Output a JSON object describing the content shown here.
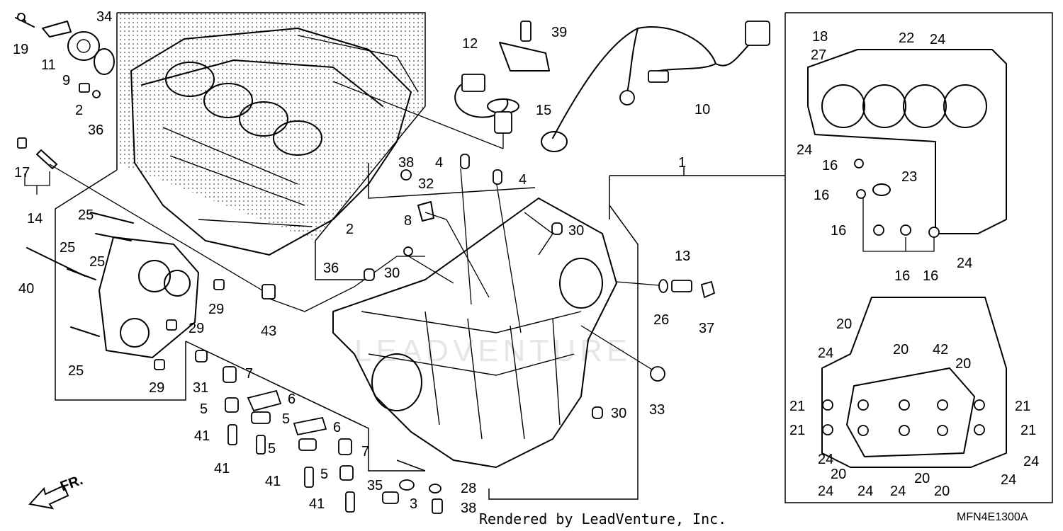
{
  "diagram": {
    "credit": "Rendered by LeadVenture, Inc.",
    "code": "MFN4E1300A",
    "watermark": "LEADVENTURE",
    "front_marker": "FR."
  },
  "callouts": [
    {
      "id": "c19",
      "label": "19"
    },
    {
      "id": "c11",
      "label": "11"
    },
    {
      "id": "c9",
      "label": "9"
    },
    {
      "id": "c34",
      "label": "34"
    },
    {
      "id": "c2a",
      "label": "2"
    },
    {
      "id": "c36a",
      "label": "36"
    },
    {
      "id": "c17",
      "label": "17"
    },
    {
      "id": "c14",
      "label": "14"
    },
    {
      "id": "c25a",
      "label": "25"
    },
    {
      "id": "c25b",
      "label": "25"
    },
    {
      "id": "c25c",
      "label": "25"
    },
    {
      "id": "c40",
      "label": "40"
    },
    {
      "id": "c25d",
      "label": "25"
    },
    {
      "id": "c29a",
      "label": "29"
    },
    {
      "id": "c29b",
      "label": "29"
    },
    {
      "id": "c29c",
      "label": "29"
    },
    {
      "id": "c31",
      "label": "31"
    },
    {
      "id": "c43",
      "label": "43"
    },
    {
      "id": "c2b",
      "label": "2"
    },
    {
      "id": "c36b",
      "label": "36"
    },
    {
      "id": "c12",
      "label": "12"
    },
    {
      "id": "c39",
      "label": "39"
    },
    {
      "id": "c15",
      "label": "15"
    },
    {
      "id": "c10",
      "label": "10"
    },
    {
      "id": "c38a",
      "label": "38"
    },
    {
      "id": "c4a",
      "label": "4"
    },
    {
      "id": "c4b",
      "label": "4"
    },
    {
      "id": "c32",
      "label": "32"
    },
    {
      "id": "c8",
      "label": "8"
    },
    {
      "id": "c30a",
      "label": "30"
    },
    {
      "id": "c30b",
      "label": "30"
    },
    {
      "id": "c30c",
      "label": "30"
    },
    {
      "id": "c1",
      "label": "1"
    },
    {
      "id": "c13",
      "label": "13"
    },
    {
      "id": "c26",
      "label": "26"
    },
    {
      "id": "c37",
      "label": "37"
    },
    {
      "id": "c33",
      "label": "33"
    },
    {
      "id": "c7a",
      "label": "7"
    },
    {
      "id": "c6a",
      "label": "6"
    },
    {
      "id": "c5a",
      "label": "5"
    },
    {
      "id": "c5b",
      "label": "5"
    },
    {
      "id": "c6b",
      "label": "6"
    },
    {
      "id": "c41a",
      "label": "41"
    },
    {
      "id": "c41b",
      "label": "41"
    },
    {
      "id": "c5c",
      "label": "5"
    },
    {
      "id": "c7b",
      "label": "7"
    },
    {
      "id": "c41c",
      "label": "41"
    },
    {
      "id": "c5d",
      "label": "5"
    },
    {
      "id": "c41d",
      "label": "41"
    },
    {
      "id": "c35",
      "label": "35"
    },
    {
      "id": "c3",
      "label": "3"
    },
    {
      "id": "c28",
      "label": "28"
    },
    {
      "id": "c38b",
      "label": "38"
    },
    {
      "id": "c18",
      "label": "18"
    },
    {
      "id": "c27",
      "label": "27"
    },
    {
      "id": "c22",
      "label": "22"
    },
    {
      "id": "c24a",
      "label": "24"
    },
    {
      "id": "c24b",
      "label": "24"
    },
    {
      "id": "c23",
      "label": "23"
    },
    {
      "id": "c16a",
      "label": "16"
    },
    {
      "id": "c16b",
      "label": "16"
    },
    {
      "id": "c16c",
      "label": "16"
    },
    {
      "id": "c16d",
      "label": "16"
    },
    {
      "id": "c16e",
      "label": "16"
    },
    {
      "id": "c24c",
      "label": "24"
    },
    {
      "id": "c20a",
      "label": "20"
    },
    {
      "id": "c24d",
      "label": "24"
    },
    {
      "id": "c20b",
      "label": "20"
    },
    {
      "id": "c42",
      "label": "42"
    },
    {
      "id": "c20c",
      "label": "20"
    },
    {
      "id": "c21a",
      "label": "21"
    },
    {
      "id": "c21b",
      "label": "21"
    },
    {
      "id": "c21c",
      "label": "21"
    },
    {
      "id": "c21d",
      "label": "21"
    },
    {
      "id": "c24e",
      "label": "24"
    },
    {
      "id": "c24f",
      "label": "24"
    },
    {
      "id": "c20d",
      "label": "20"
    },
    {
      "id": "c20e",
      "label": "20"
    },
    {
      "id": "c20f",
      "label": "20"
    },
    {
      "id": "c24g",
      "label": "24"
    },
    {
      "id": "c24h",
      "label": "24"
    },
    {
      "id": "c24i",
      "label": "24"
    },
    {
      "id": "c24j",
      "label": "24"
    }
  ]
}
